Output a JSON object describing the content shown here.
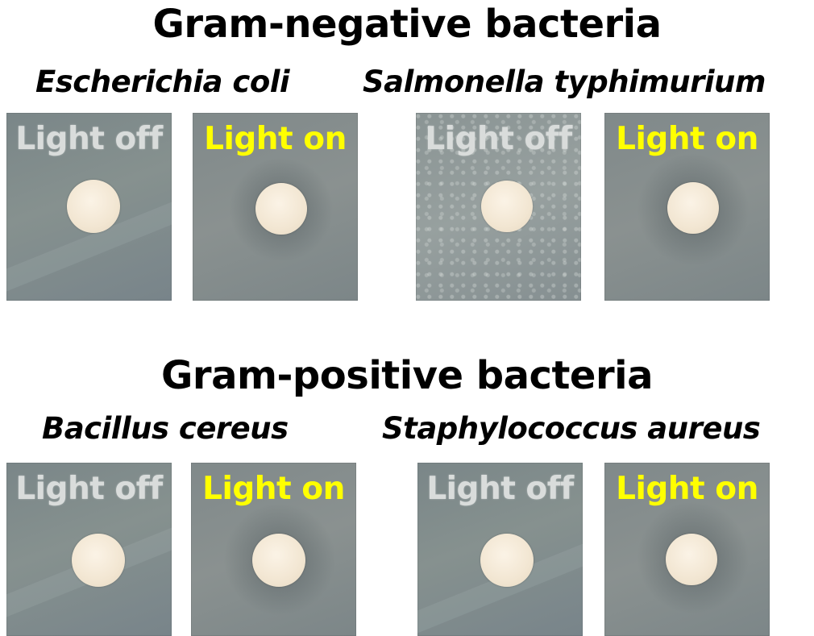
{
  "groups": [
    {
      "title": "Gram-negative bacteria",
      "species": [
        "Escherichia coli",
        "Salmonella typhimurium"
      ]
    },
    {
      "title": "Gram-positive bacteria",
      "species": [
        "Bacillus cereus",
        "Staphylococcus aureus"
      ]
    }
  ],
  "labels": {
    "off": "Light off",
    "on": "Light on"
  },
  "colors": {
    "off_label": "#d9dcdb",
    "on_label": "#ffff00",
    "paper_disc": "#f2e6d2",
    "agar": "#7b8587"
  }
}
